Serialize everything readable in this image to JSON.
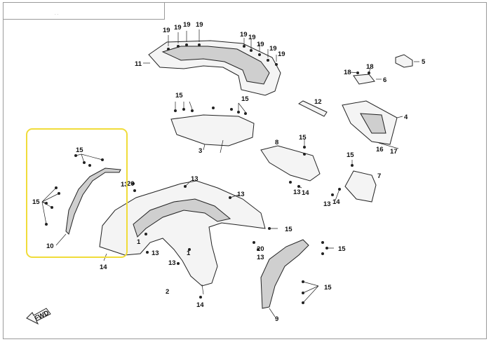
{
  "title_block": {
    "line1": "",
    "line2": ". ."
  },
  "fwd_label": "FWD",
  "highlight_color": "#f0dc3a",
  "callouts": {
    "c19a": "19",
    "c19b": "19",
    "c19c": "19",
    "c19d": "19",
    "c19e": "19",
    "c19f": "19",
    "c19g": "19",
    "c19h": "19",
    "c19i": "19",
    "c11": "11",
    "c5": "5",
    "c18a": "18",
    "c18b": "18",
    "c6": "6",
    "c12": "12",
    "c4": "4",
    "c16": "16",
    "c17": "17",
    "c15a": "15",
    "c15b": "15",
    "c3": "3",
    "c8": "8",
    "c15c": "15",
    "c15d": "15",
    "c7": "7",
    "c13a": "13",
    "c13b": "13",
    "c14a": "14",
    "c14b": "14",
    "c15e": "15",
    "c15f": "15",
    "c10": "10",
    "c14c": "14",
    "c13c": "13",
    "c20a": "20",
    "c13d": "13",
    "c1a": "1",
    "c13e": "13",
    "c13f": "13",
    "c1b": "1",
    "c2": "2",
    "c14d": "14",
    "c15g": "15",
    "c20b": "20",
    "c13g": "13",
    "c15h": "15",
    "c15i": "15",
    "c9": "9"
  }
}
